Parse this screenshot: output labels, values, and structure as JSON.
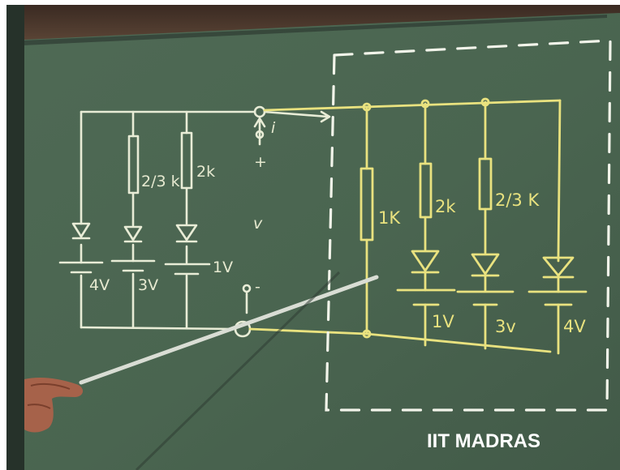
{
  "watermark": "IIT MADRAS",
  "left_circuit": {
    "sources": [
      "4V",
      "3V",
      "1V"
    ],
    "resistors": [
      "2/3 k",
      "2k"
    ],
    "current_label": "i",
    "voltage_label": "v",
    "port_plus": "+",
    "port_minus": "-"
  },
  "right_circuit": {
    "resistors": [
      "1K",
      "2k",
      "2/3 K"
    ],
    "sources": [
      "1V",
      "3v",
      "4V"
    ]
  },
  "colors": {
    "board": "#4a6650",
    "white_chalk": "#e8ecd6",
    "yellow_chalk": "#e9e27f"
  }
}
